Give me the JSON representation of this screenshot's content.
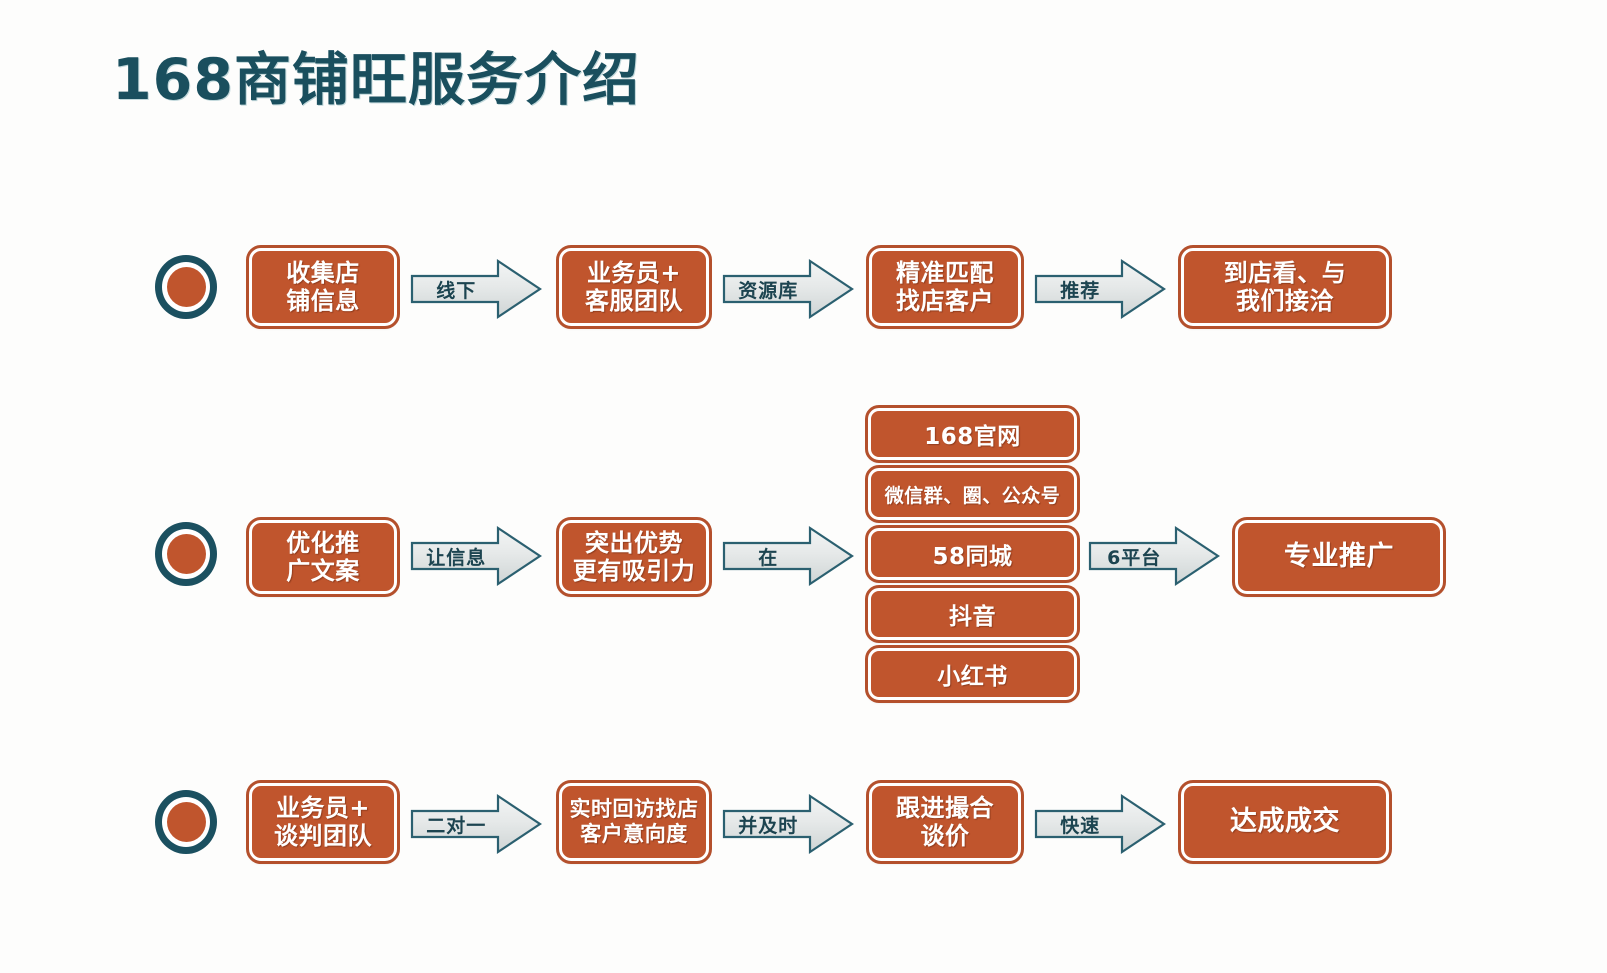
{
  "title": "168商铺旺服务介绍",
  "colors": {
    "title": "#1a4f5e",
    "box_fill": "#c0552d",
    "box_border": "#b4502c",
    "arrow_outline": "#2b6070",
    "arrow_fill": "#e3e6e6",
    "circle_ring": "#1b5060",
    "background": "#fdfdfc"
  },
  "rows": [
    {
      "id": "row-1",
      "marker": "bullet-circle",
      "boxes": [
        {
          "label": "收集店\n铺信息"
        },
        {
          "label": "业务员+\n客服团队"
        },
        {
          "label": "精准匹配\n找店客户"
        },
        {
          "label": "到店看、与\n我们接洽"
        }
      ],
      "arrows": [
        {
          "label": "线下"
        },
        {
          "label": "资源库"
        },
        {
          "label": "推荐"
        }
      ]
    },
    {
      "id": "row-2",
      "marker": "bullet-circle",
      "boxes": [
        {
          "label": "优化推\n广文案"
        },
        {
          "label": "突出优势\n更有吸引力"
        }
      ],
      "final_box": {
        "label": "专业推广"
      },
      "arrows": [
        {
          "label": "让信息"
        },
        {
          "label": "在"
        },
        {
          "label": "6平台"
        }
      ],
      "platforms": [
        {
          "label": "168官网",
          "size": "normal"
        },
        {
          "label": "微信群、圈、公众号",
          "size": "small"
        },
        {
          "label": "58同城",
          "size": "normal"
        },
        {
          "label": "抖音",
          "size": "normal"
        },
        {
          "label": "小红书",
          "size": "normal"
        }
      ]
    },
    {
      "id": "row-3",
      "marker": "bullet-circle",
      "boxes": [
        {
          "label": "业务员+\n谈判团队"
        },
        {
          "label": "实时回访找店\n客户意向度"
        },
        {
          "label": "跟进撮合\n谈价"
        },
        {
          "label": "达成成交"
        }
      ],
      "arrows": [
        {
          "label": "二对一"
        },
        {
          "label": "并及时"
        },
        {
          "label": "快速"
        }
      ]
    }
  ]
}
